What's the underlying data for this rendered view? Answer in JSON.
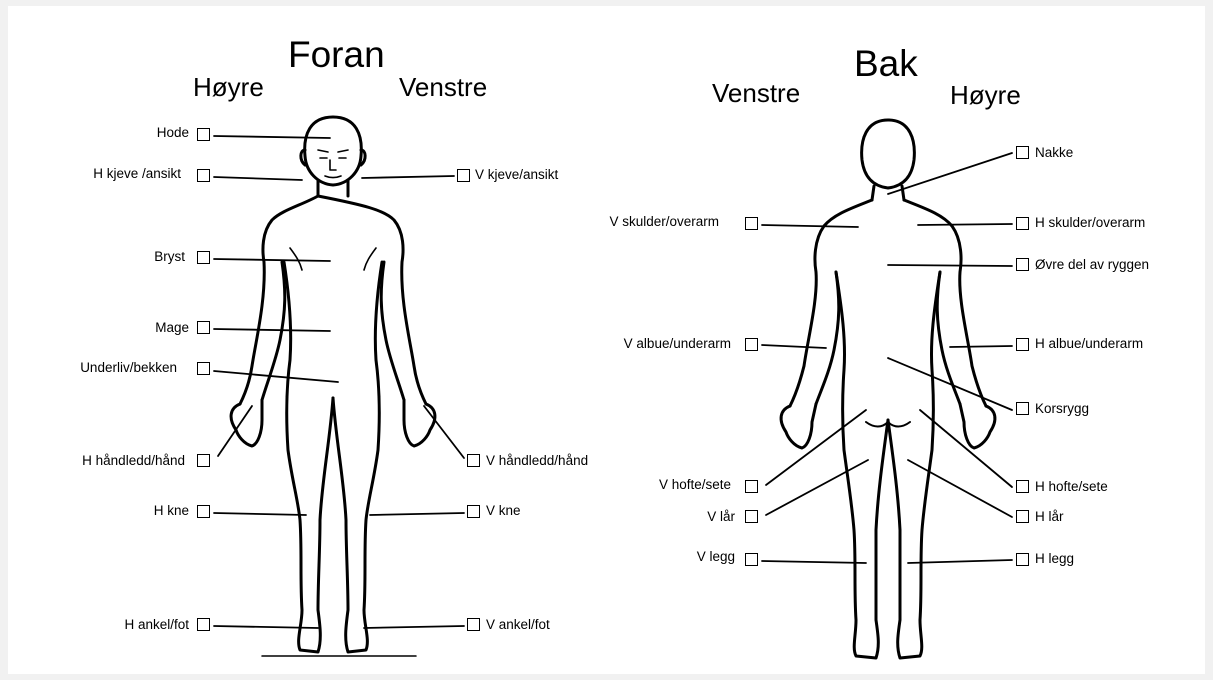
{
  "front": {
    "title": "Foran",
    "right_side": "Høyre",
    "left_side": "Venstre",
    "regions": [
      {
        "id": "hode",
        "label": "Hode"
      },
      {
        "id": "h-kjeve-ansikt",
        "label": "H kjeve /ansikt"
      },
      {
        "id": "v-kjeve-ansikt",
        "label": "V kjeve/ansikt"
      },
      {
        "id": "bryst",
        "label": "Bryst"
      },
      {
        "id": "mage",
        "label": "Mage"
      },
      {
        "id": "underliv-bekken",
        "label": "Underliv/bekken"
      },
      {
        "id": "h-handledd-hand",
        "label": "H håndledd/hånd"
      },
      {
        "id": "v-handledd-hand",
        "label": "V håndledd/hånd"
      },
      {
        "id": "h-kne",
        "label": "H kne"
      },
      {
        "id": "v-kne",
        "label": "V kne"
      },
      {
        "id": "h-ankel-fot",
        "label": "H ankel/fot"
      },
      {
        "id": "v-ankel-fot",
        "label": "V ankel/fot"
      }
    ]
  },
  "back": {
    "title": "Bak",
    "left_side": "Venstre",
    "right_side": "Høyre",
    "regions": [
      {
        "id": "nakke",
        "label": "Nakke"
      },
      {
        "id": "v-skulder-overarm",
        "label": "V skulder/overarm"
      },
      {
        "id": "h-skulder-overarm",
        "label": "H skulder/overarm"
      },
      {
        "id": "ovre-del-av-ryggen",
        "label": "Øvre del av ryggen"
      },
      {
        "id": "v-albue-underarm",
        "label": "V albue/underarm"
      },
      {
        "id": "h-albue-underarm",
        "label": "H albue/underarm"
      },
      {
        "id": "korsrygg",
        "label": "Korsrygg"
      },
      {
        "id": "v-hofte-sete",
        "label": "V hofte/sete"
      },
      {
        "id": "h-hofte-sete",
        "label": "H hofte/sete"
      },
      {
        "id": "v-lar",
        "label": "V lår"
      },
      {
        "id": "h-lar",
        "label": "H lår"
      },
      {
        "id": "v-legg",
        "label": "V legg"
      },
      {
        "id": "h-legg",
        "label": "H legg"
      }
    ]
  },
  "colors": {
    "ink": "#000000",
    "page": "#ffffff",
    "background": "#f1f1f1"
  }
}
